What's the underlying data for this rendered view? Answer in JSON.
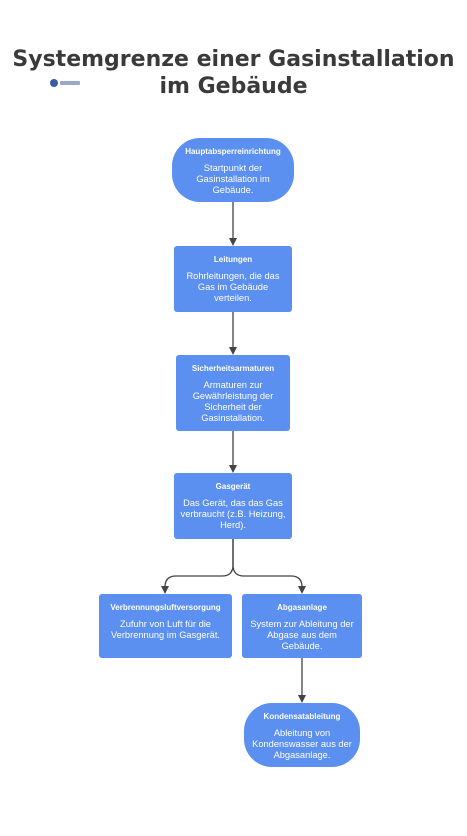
{
  "title": "Systemgrenze einer Gasinstallation im Gebäude",
  "logo": {
    "name": "logo-icon"
  },
  "colors": {
    "node_fill": "#5b8ff0",
    "edge": "#444444",
    "title": "#3a3a3a"
  },
  "nodes": [
    {
      "id": "hauptabsperreinrichtung",
      "title": "Hauptabsperreinrichtung",
      "text": "Startpunkt der Gasinstallation im Gebäude."
    },
    {
      "id": "leitungen",
      "title": "Leitungen",
      "text": "Rohrleitungen, die das Gas im Gebäude verteilen."
    },
    {
      "id": "sicherheitsarmaturen",
      "title": "Sicherheitsarmaturen",
      "text": "Armaturen zur Gewährleistung der Sicherheit der Gasinstallation."
    },
    {
      "id": "gasgeraet",
      "title": "Gasgerät",
      "text": "Das Gerät, das das Gas verbraucht (z.B. Heizung, Herd)."
    },
    {
      "id": "verbrennungsluftversorgung",
      "title": "Verbrennungsluftversorgung",
      "text": "Zufuhr von Luft für die Verbrennung im Gasgerät."
    },
    {
      "id": "abgasanlage",
      "title": "Abgasanlage",
      "text": "System zur Ableitung der Abgase aus dem Gebäude."
    },
    {
      "id": "kondensatableitung",
      "title": "Kondensatableitung",
      "text": "Ableitung von Kondenswasser aus der Abgasanlage."
    }
  ],
  "edges": [
    {
      "from": "hauptabsperreinrichtung",
      "to": "leitungen"
    },
    {
      "from": "leitungen",
      "to": "sicherheitsarmaturen"
    },
    {
      "from": "sicherheitsarmaturen",
      "to": "gasgeraet"
    },
    {
      "from": "gasgeraet",
      "to": "verbrennungsluftversorgung"
    },
    {
      "from": "gasgeraet",
      "to": "abgasanlage"
    },
    {
      "from": "abgasanlage",
      "to": "kondensatableitung"
    }
  ]
}
